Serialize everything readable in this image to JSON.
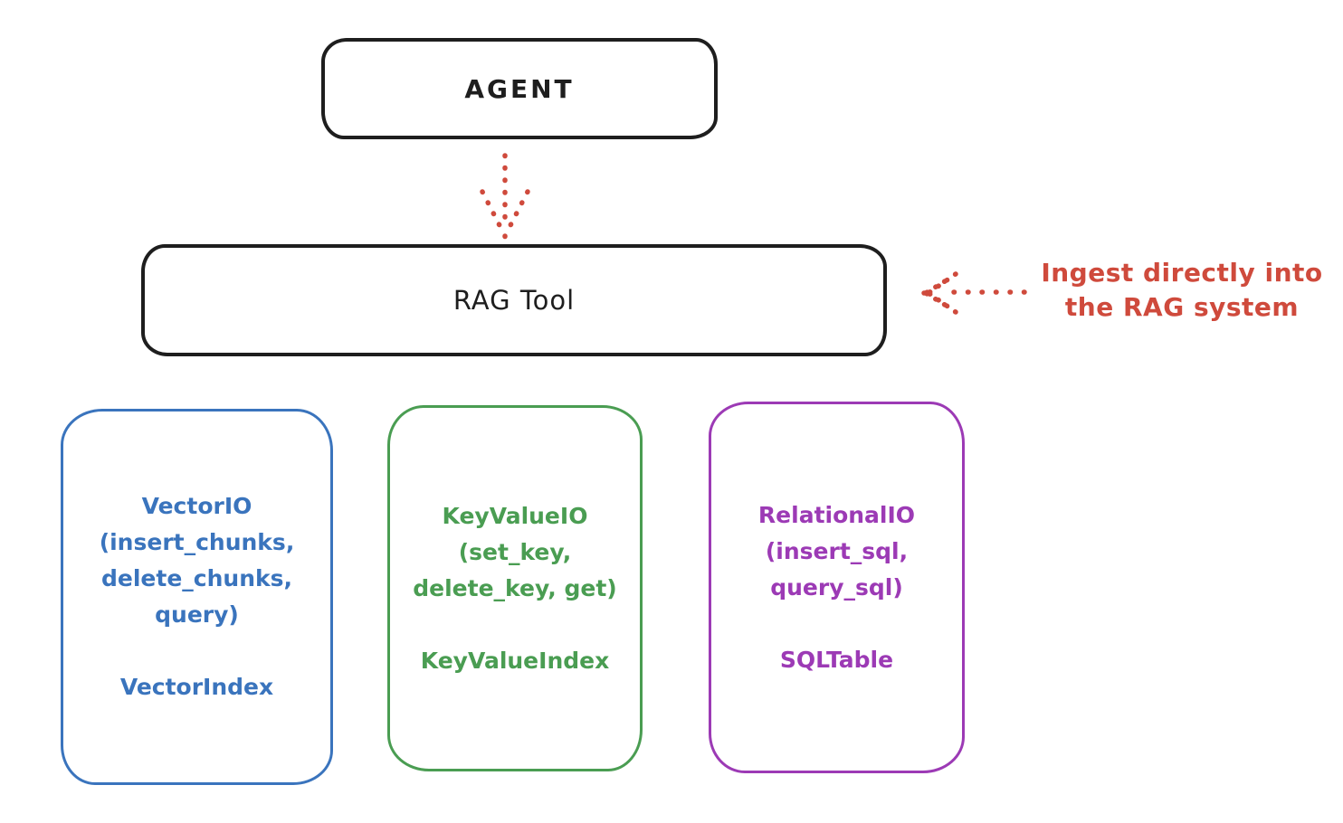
{
  "colors": {
    "ink": "#1e1e1e",
    "red": "#cf4a3c",
    "blue": "#3a74bd",
    "green": "#4a9d52",
    "purple": "#9c3ab5",
    "bg": "#ffffff"
  },
  "diagram": {
    "agent": {
      "label": "AGENT"
    },
    "rag_tool": {
      "label": "RAG Tool"
    },
    "ingest_note": {
      "line1": "Ingest directly into",
      "line2": "the RAG system"
    },
    "io_boxes": [
      {
        "name": "vector-io",
        "color": "#3a74bd",
        "lines": [
          "VectorIO",
          "(insert_chunks,",
          "delete_chunks,",
          "query)"
        ],
        "index_label": "VectorIndex"
      },
      {
        "name": "keyvalue-io",
        "color": "#4a9d52",
        "lines": [
          "KeyValueIO",
          "(set_key,",
          "delete_key, get)"
        ],
        "index_label": "KeyValueIndex"
      },
      {
        "name": "relational-io",
        "color": "#9c3ab5",
        "lines": [
          "RelationalIO",
          "(insert_sql,",
          "query_sql)"
        ],
        "index_label": "SQLTable"
      }
    ]
  }
}
